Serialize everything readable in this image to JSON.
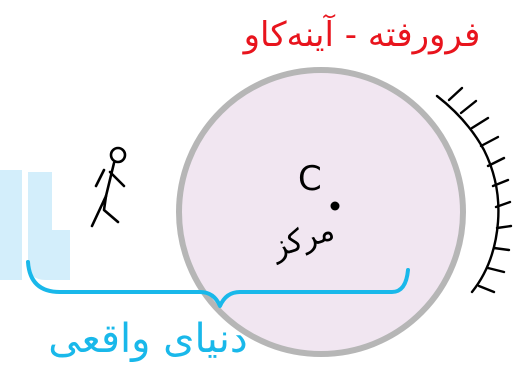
{
  "labels": {
    "top_title": "فرورفته - آینه‌کاو",
    "center_letter": "C",
    "center_word": "مرکز",
    "bottom_caption": "دنیای واقعی"
  },
  "colors": {
    "title_red": "#e8141d",
    "caption_blue": "#19b8ea",
    "circle_fill": "#f1e6f1",
    "circle_stroke": "#b6b6b6",
    "ink": "#000000",
    "watermark_blue": "#d3eefb"
  },
  "icons": [
    "stick-figure-icon",
    "center-point-icon"
  ]
}
